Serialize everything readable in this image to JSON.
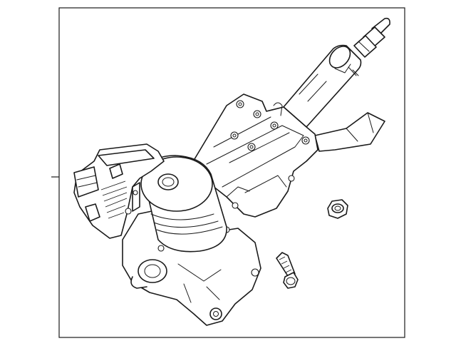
{
  "diagram": {
    "frame_color": "#1a1a1a",
    "background": "#ffffff",
    "parts": [
      {
        "name": "steering-column-assembly"
      },
      {
        "name": "flange-nut"
      },
      {
        "name": "mounting-bolt"
      }
    ]
  }
}
